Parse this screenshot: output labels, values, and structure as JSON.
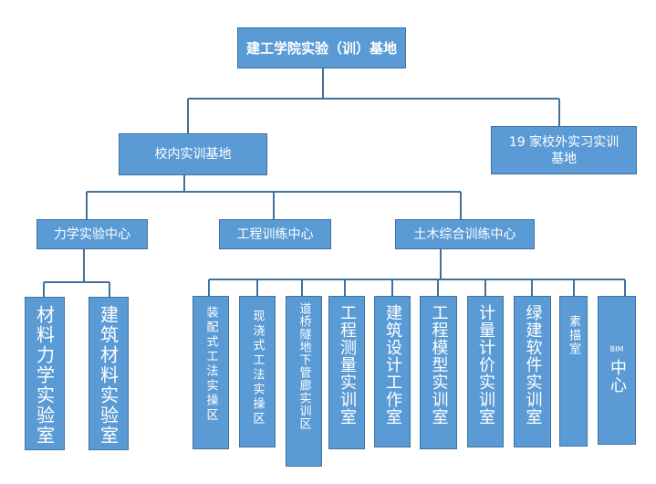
{
  "root": "建工学院实验（训）基地",
  "level1": {
    "inner": "校内实训基地",
    "outer": "19 家校外实习实训基地"
  },
  "centers": {
    "mechanics": "力学实验中心",
    "engineering": "工程训练中心",
    "civil": "土木综合训练中心"
  },
  "mechanics_labs": [
    "材料力学实验室",
    "建筑材料实验室"
  ],
  "civil_labs": [
    "装配式工法实操区",
    "现浇式工法实操区",
    "道桥隧地下管廊实训区",
    "工程测量实训室",
    "建筑设计工作室",
    "工程模型实训室",
    "计量计价实训室",
    "绿建软件实训室",
    "素描室"
  ],
  "bim_lab": {
    "prefix": "BIM",
    "suffix": "中心"
  }
}
